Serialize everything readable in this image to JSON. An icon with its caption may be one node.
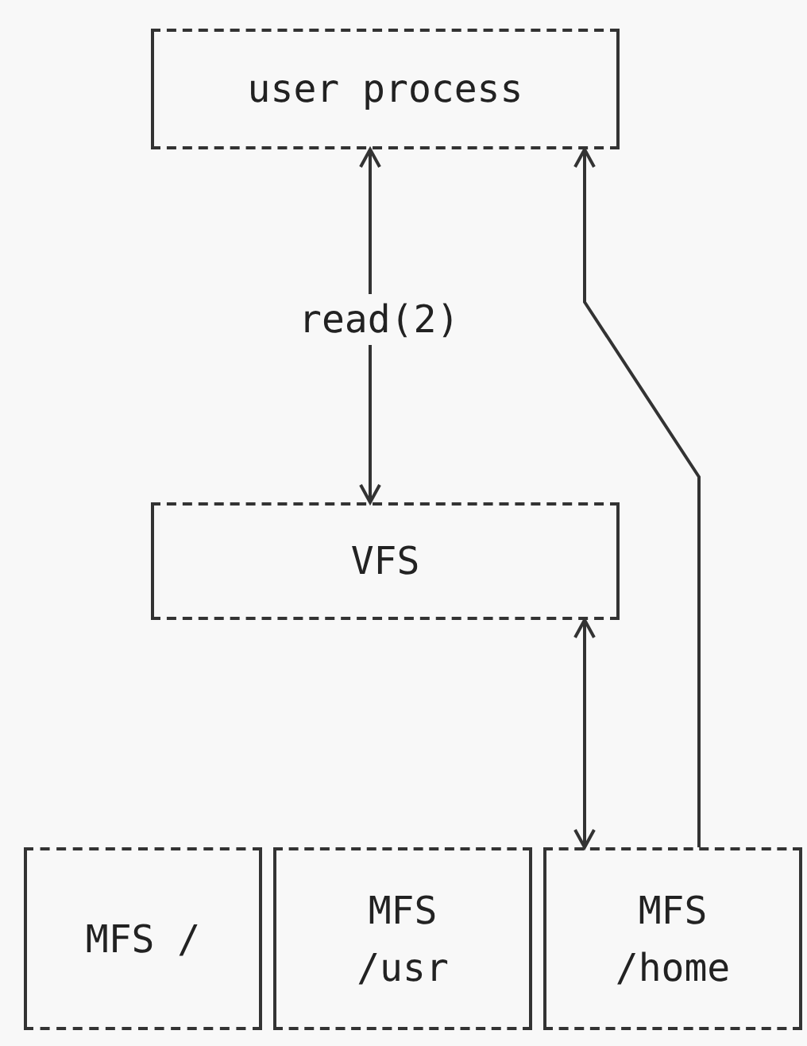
{
  "diagram": {
    "nodes": [
      {
        "text": [
          "user process"
        ]
      },
      {
        "text": [
          "VFS"
        ]
      },
      {
        "text": [
          "MFS /"
        ]
      },
      {
        "text": [
          "MFS /usr"
        ]
      },
      {
        "text": [
          "MFS /home"
        ]
      }
    ],
    "edges": [
      {
        "from": 0,
        "to": 1,
        "arrow": "both",
        "label": "read(2)"
      },
      {
        "from": 1,
        "to": 4,
        "arrow": "both"
      },
      {
        "from": 4,
        "to": 0,
        "arrow": "to"
      }
    ]
  }
}
